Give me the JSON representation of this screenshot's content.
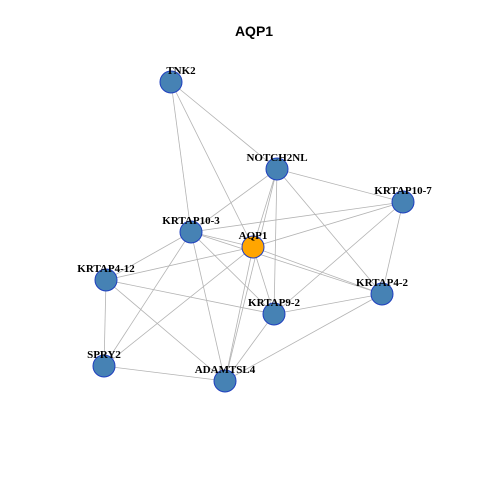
{
  "title": "AQP1",
  "colors": {
    "default_node": "#4682B4",
    "highlight_node": "#FFA500",
    "node_border": "#1F3FBF",
    "edge": "#B3B3B3"
  },
  "nodes": [
    {
      "id": "TNK2",
      "label": "TNK2",
      "highlight": false
    },
    {
      "id": "NOTCH2NL",
      "label": "NOTCH2NL",
      "highlight": false
    },
    {
      "id": "KRTAP10-7",
      "label": "KRTAP10-7",
      "highlight": false
    },
    {
      "id": "KRTAP10-3",
      "label": "KRTAP10-3",
      "highlight": false
    },
    {
      "id": "AQP1",
      "label": "AQP1",
      "highlight": true
    },
    {
      "id": "KRTAP4-12",
      "label": "KRTAP4-12",
      "highlight": false
    },
    {
      "id": "KRTAP4-2",
      "label": "KRTAP4-2",
      "highlight": false
    },
    {
      "id": "KRTAP9-2",
      "label": "KRTAP9-2",
      "highlight": false
    },
    {
      "id": "SPRY2",
      "label": "SPRY2",
      "highlight": false
    },
    {
      "id": "ADAMTSL4",
      "label": "ADAMTSL4",
      "highlight": false
    }
  ],
  "edges": [
    [
      "TNK2",
      "NOTCH2NL"
    ],
    [
      "TNK2",
      "KRTAP10-3"
    ],
    [
      "TNK2",
      "AQP1"
    ],
    [
      "NOTCH2NL",
      "KRTAP10-7"
    ],
    [
      "NOTCH2NL",
      "AQP1"
    ],
    [
      "NOTCH2NL",
      "KRTAP10-3"
    ],
    [
      "NOTCH2NL",
      "KRTAP4-2"
    ],
    [
      "NOTCH2NL",
      "KRTAP9-2"
    ],
    [
      "NOTCH2NL",
      "ADAMTSL4"
    ],
    [
      "KRTAP10-7",
      "KRTAP10-3"
    ],
    [
      "KRTAP10-7",
      "AQP1"
    ],
    [
      "KRTAP10-7",
      "KRTAP4-2"
    ],
    [
      "KRTAP10-7",
      "KRTAP9-2"
    ],
    [
      "KRTAP10-3",
      "AQP1"
    ],
    [
      "KRTAP10-3",
      "KRTAP4-12"
    ],
    [
      "KRTAP10-3",
      "KRTAP4-2"
    ],
    [
      "KRTAP10-3",
      "KRTAP9-2"
    ],
    [
      "KRTAP10-3",
      "SPRY2"
    ],
    [
      "KRTAP10-3",
      "ADAMTSL4"
    ],
    [
      "AQP1",
      "KRTAP4-12"
    ],
    [
      "AQP1",
      "KRTAP4-2"
    ],
    [
      "AQP1",
      "KRTAP9-2"
    ],
    [
      "AQP1",
      "SPRY2"
    ],
    [
      "AQP1",
      "ADAMTSL4"
    ],
    [
      "KRTAP4-12",
      "KRTAP9-2"
    ],
    [
      "KRTAP4-12",
      "SPRY2"
    ],
    [
      "KRTAP4-12",
      "ADAMTSL4"
    ],
    [
      "KRTAP4-2",
      "KRTAP9-2"
    ],
    [
      "KRTAP4-2",
      "ADAMTSL4"
    ],
    [
      "KRTAP9-2",
      "ADAMTSL4"
    ],
    [
      "SPRY2",
      "ADAMTSL4"
    ]
  ]
}
